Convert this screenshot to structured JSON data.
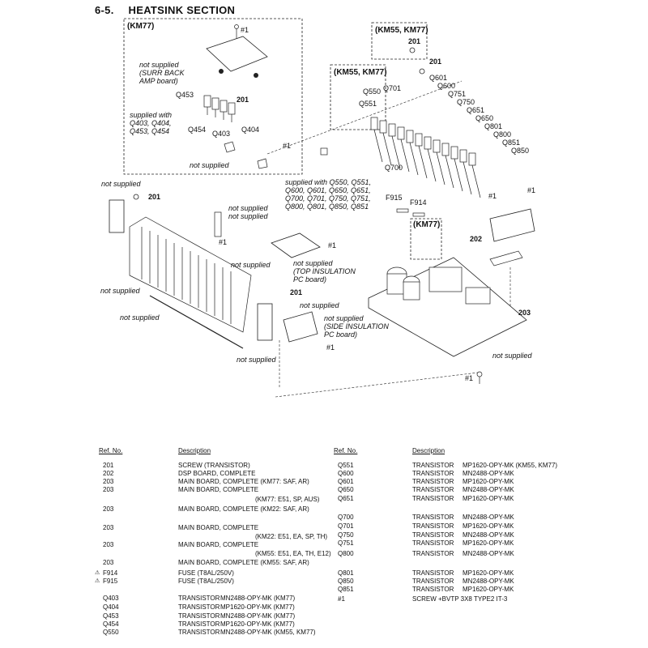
{
  "section": {
    "number": "6-5.",
    "title": "HEATSINK  SECTION"
  },
  "diagram": {
    "labels": {
      "km77_top": "(KM77)",
      "km55_km77_a": "(KM55, KM77)",
      "km55_km77_b": "(KM55, KM77)",
      "km77_mid": "(KM77)",
      "not_supplied": "not supplied",
      "surr_back_1": "not supplied",
      "surr_back_2": "(SURR BACK",
      "surr_back_3": "AMP board)",
      "supplied_with_1": "supplied with",
      "supplied_with_2": "Q403, Q404,",
      "supplied_with_3": "Q453, Q454",
      "supplied_with_b1": "supplied with Q550, Q551,",
      "supplied_with_b2": "Q600, Q601, Q650, Q651,",
      "supplied_with_b3": "Q700, Q701, Q750, Q751,",
      "supplied_with_b4": "Q800, Q801, Q850, Q851",
      "top_ins_1": "not supplied",
      "top_ins_2": "(TOP INSULATION",
      "top_ins_3": "PC board)",
      "side_ins_1": "not supplied",
      "side_ins_2": "(SIDE INSULATION",
      "side_ins_3": "PC board)",
      "hash1": "#1",
      "n201": "201",
      "n202": "202",
      "n203": "203",
      "q453": "Q453",
      "q454": "Q454",
      "q403": "Q403",
      "q404": "Q404",
      "q550": "Q550",
      "q551": "Q551",
      "q701": "Q701",
      "q601": "Q601",
      "q600": "Q600",
      "q751": "Q751",
      "q750": "Q750",
      "q651": "Q651",
      "q650": "Q650",
      "q801": "Q801",
      "q800": "Q800",
      "q851": "Q851",
      "q850": "Q850",
      "q700": "Q700",
      "f915": "F915",
      "f914": "F914"
    }
  },
  "table": {
    "header": {
      "ref": "Ref. No.",
      "desc": "Description"
    },
    "left": [
      {
        "ref": "201",
        "desc": "SCREW (TRANSISTOR)"
      },
      {
        "ref": "202",
        "desc": "DSP BOARD, COMPLETE"
      },
      {
        "ref": "203",
        "desc": "MAIN BOARD, COMPLETE (KM77: SAF, AR)"
      },
      {
        "ref": "203",
        "desc": "MAIN BOARD, COMPLETE"
      },
      {
        "ref": "",
        "desc": "(KM77: E51, SP, AUS)"
      },
      {
        "ref": "203",
        "desc": "MAIN BOARD, COMPLETE (KM22: SAF, AR)"
      },
      {
        "ref": "203",
        "desc": "MAIN BOARD, COMPLETE"
      },
      {
        "ref": "",
        "desc": "(KM22: E51, EA, SP, TH)"
      },
      {
        "ref": "203",
        "desc": "MAIN BOARD, COMPLETE"
      },
      {
        "ref": "",
        "desc": "(KM55: E51, EA, TH, E12)"
      },
      {
        "ref": "203",
        "desc": "MAIN BOARD, COMPLETE (KM55: SAF, AR)"
      },
      {
        "ref": "F914",
        "desc": "FUSE (T8AL/250V)",
        "warn": "⚠"
      },
      {
        "ref": "F915",
        "desc": "FUSE (T8AL/250V)",
        "warn": "⚠"
      },
      {
        "ref": "Q403",
        "desc": "TRANSISTOR",
        "part": "MN2488-OPY-MK (KM77)"
      },
      {
        "ref": "Q404",
        "desc": "TRANSISTOR",
        "part": "MP1620-OPY-MK (KM77)"
      },
      {
        "ref": "Q453",
        "desc": "TRANSISTOR",
        "part": "MN2488-OPY-MK (KM77)"
      },
      {
        "ref": "Q454",
        "desc": "TRANSISTOR",
        "part": "MP1620-OPY-MK (KM77)"
      },
      {
        "ref": "Q550",
        "desc": "TRANSISTOR",
        "part": "MN2488-OPY-MK (KM55, KM77)"
      }
    ],
    "right": [
      {
        "ref": "Q551",
        "desc": "TRANSISTOR",
        "part": "MP1620-OPY-MK (KM55, KM77)"
      },
      {
        "ref": "Q600",
        "desc": "TRANSISTOR",
        "part": "MN2488-OPY-MK"
      },
      {
        "ref": "Q601",
        "desc": "TRANSISTOR",
        "part": "MP1620-OPY-MK"
      },
      {
        "ref": "Q650",
        "desc": "TRANSISTOR",
        "part": "MN2488-OPY-MK"
      },
      {
        "ref": "Q651",
        "desc": "TRANSISTOR",
        "part": "MP1620-OPY-MK"
      },
      {
        "ref": "Q700",
        "desc": "TRANSISTOR",
        "part": "MN2488-OPY-MK"
      },
      {
        "ref": "Q701",
        "desc": "TRANSISTOR",
        "part": "MP1620-OPY-MK"
      },
      {
        "ref": "Q750",
        "desc": "TRANSISTOR",
        "part": "MN2488-OPY-MK"
      },
      {
        "ref": "Q751",
        "desc": "TRANSISTOR",
        "part": "MP1620-OPY-MK"
      },
      {
        "ref": "Q800",
        "desc": "TRANSISTOR",
        "part": "MN2488-OPY-MK"
      },
      {
        "ref": "Q801",
        "desc": "TRANSISTOR",
        "part": "MP1620-OPY-MK"
      },
      {
        "ref": "Q850",
        "desc": "TRANSISTOR",
        "part": "MN2488-OPY-MK"
      },
      {
        "ref": "Q851",
        "desc": "TRANSISTOR",
        "part": "MP1620-OPY-MK"
      },
      {
        "ref": "#1",
        "desc": "SCREW +BVTP 3X8 TYPE2 IT-3"
      }
    ]
  }
}
